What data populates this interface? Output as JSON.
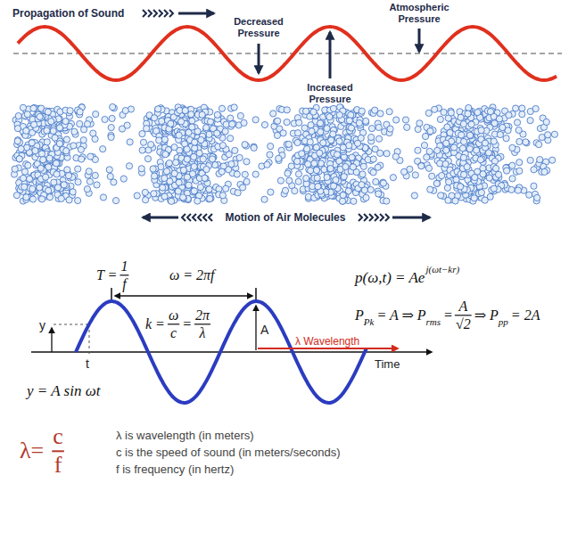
{
  "diagram": {
    "labels": [
      "Propagation of Sound",
      "Decreased Pressure",
      "Increased Pressure",
      "Atmospheric Pressure",
      "Motion of Air Molecules",
      "T =",
      "1",
      "f",
      "ω = 2πf",
      "k =",
      "ω",
      "c",
      "=",
      "2π",
      "λ",
      "y",
      "t",
      "A",
      "λ Wavelength",
      "Time",
      "y = A sin ωt",
      "p(ω,t) = Ae",
      "j(ωt−kr)",
      "P",
      "Pk",
      "= A ⇒ P",
      "rms",
      "=",
      "A",
      "√2",
      "⇒ P",
      "pp",
      "= 2A",
      "λ=",
      "c",
      "f",
      "λ is wavelength (in meters)",
      "c is the speed of sound (in meters/seconds)",
      "f is frequency (in hertz)"
    ]
  }
}
